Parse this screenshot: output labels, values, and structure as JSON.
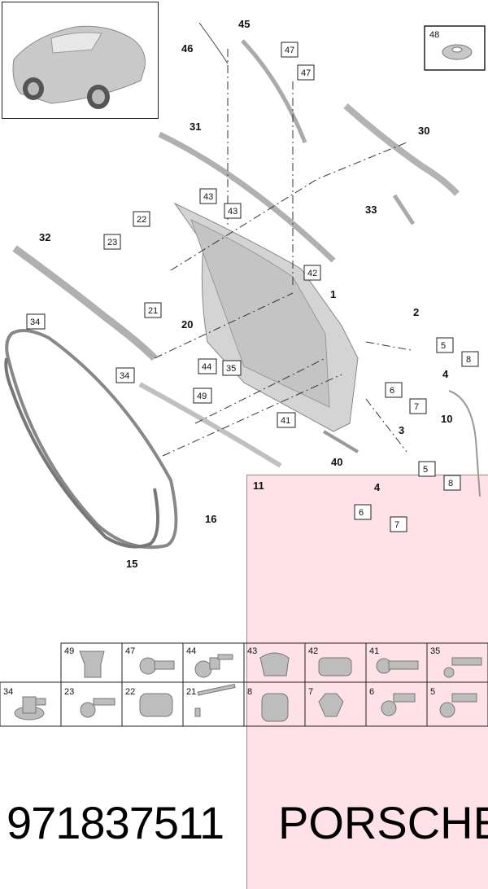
{
  "callouts": {
    "c1": "1",
    "c2": "2",
    "c3": "3",
    "c4a": "4",
    "c4b": "4",
    "c10": "10",
    "c11": "11",
    "c15": "15",
    "c16": "16",
    "c20": "20",
    "c30": "30",
    "c31": "31",
    "c32": "32",
    "c33": "33",
    "c40": "40",
    "c45": "45",
    "c46": "46"
  },
  "boxed": {
    "b47a": "47",
    "b47b": "47",
    "b43a": "43",
    "b43b": "43",
    "b22": "22",
    "b23": "23",
    "b42": "42",
    "b21": "21",
    "b34a": "34",
    "b34b": "34",
    "b35": "35",
    "b44": "44",
    "b49": "49",
    "b41": "41",
    "b5a": "5",
    "b5b": "5",
    "b8a": "8",
    "b8b": "8",
    "b6a": "6",
    "b6b": "6",
    "b7a": "7",
    "b7b": "7",
    "b48": "48"
  },
  "hardware_table": {
    "row1": [
      "49",
      "47",
      "44",
      "43",
      "42",
      "41",
      "35"
    ],
    "row2": [
      "34",
      "23",
      "22",
      "21",
      "8",
      "7",
      "6",
      "5"
    ]
  },
  "footer": {
    "part_number": "971837511",
    "brand": "PORSCHE"
  },
  "colors": {
    "highlight": "#ffc8d2",
    "line": "#222222",
    "part": "#b8b8b8"
  }
}
